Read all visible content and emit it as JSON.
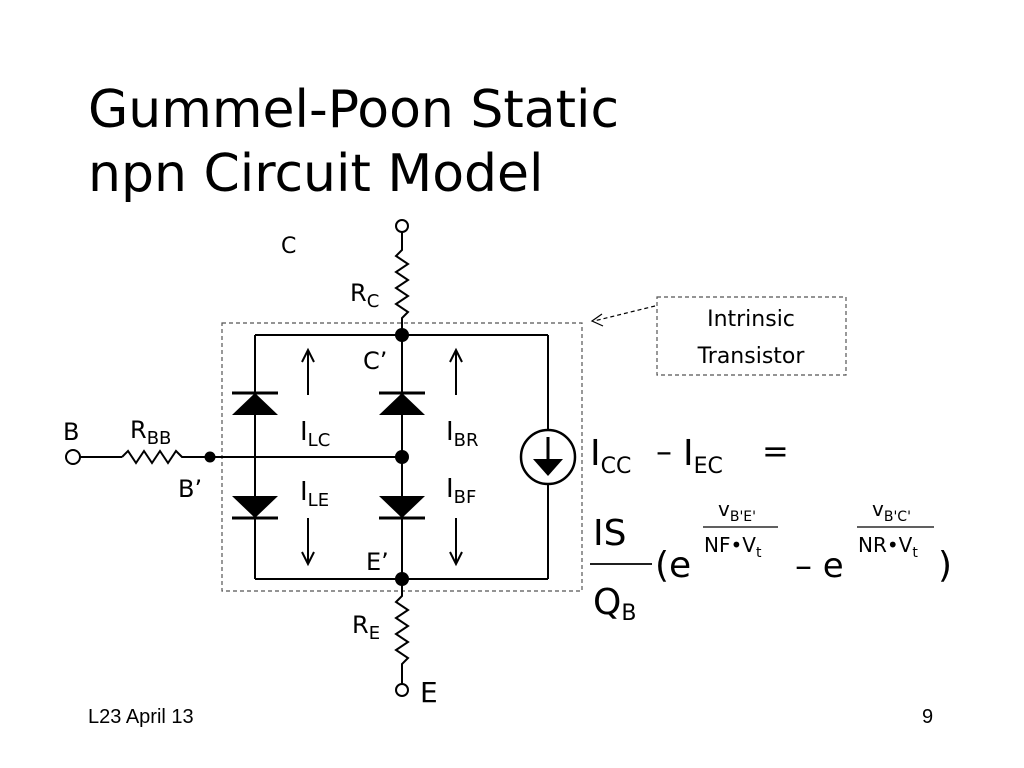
{
  "slide": {
    "title_line1": "Gummel-Poon Static",
    "title_line2": "npn Circuit Model",
    "footer_left": "L23 April 13",
    "page_number": "9"
  },
  "diagram": {
    "nodes": {
      "collector": "C",
      "collector_internal_main": "C",
      "prime": "’",
      "base": "B",
      "base_internal_main": "B",
      "emitter": "E",
      "emitter_internal_main": "E"
    },
    "resistors": {
      "rc_main": "R",
      "rc_sub": "C",
      "rbb_main": "R",
      "rbb_sub": "BB",
      "re_main": "R",
      "re_sub": "E"
    },
    "currents": {
      "ilc_main": "I",
      "ilc_sub": "LC",
      "ile_main": "I",
      "ile_sub": "LE",
      "ibr_main": "I",
      "ibr_sub": "BR",
      "ibf_main": "I",
      "ibf_sub": "BF"
    },
    "callout": {
      "line1": "Intrinsic",
      "line2": "Transistor"
    }
  },
  "equation": {
    "icc_main": "I",
    "icc_sub": "CC",
    "minus": "–",
    "iec_main": "I",
    "iec_sub": "EC",
    "equals": "=",
    "is": "IS",
    "qb_main": "Q",
    "qb_sub": "B",
    "open_paren": "(e",
    "exp1_v": "v",
    "exp1_sub": "B'E'",
    "exp1_den": "NF•V",
    "exp1_den_sub": "t",
    "minus2": "– e",
    "exp2_v": "v",
    "exp2_sub": "B'C'",
    "exp2_den": "NR•V",
    "exp2_den_sub": "t",
    "close_paren": ")"
  }
}
